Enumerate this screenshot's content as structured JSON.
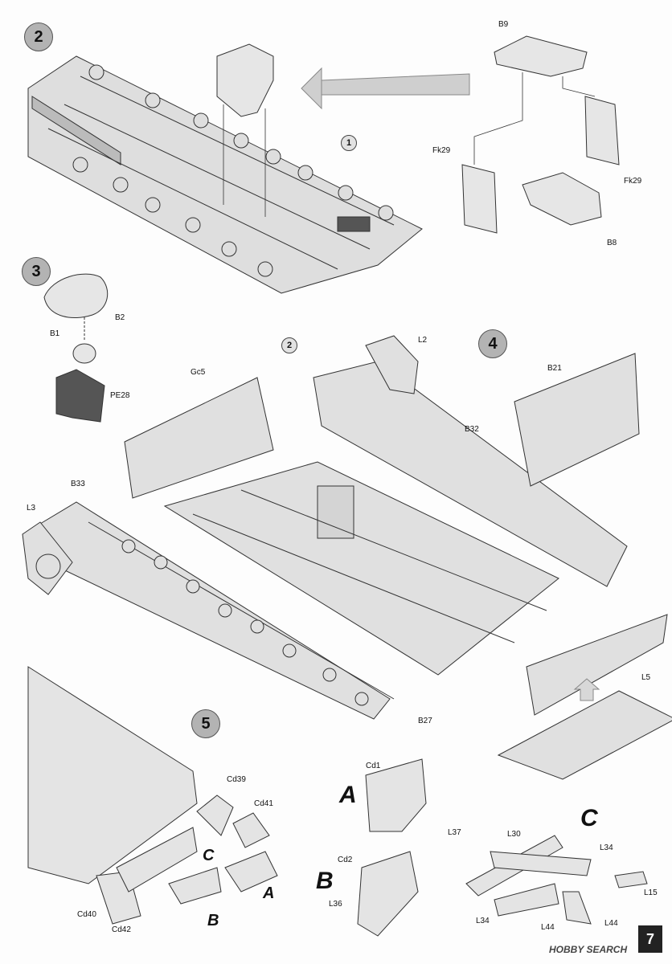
{
  "steps": [
    "2",
    "3",
    "4",
    "5"
  ],
  "subassembly": [
    "1",
    "2"
  ],
  "parts": {
    "b9": "B9",
    "fk29_left": "Fk29",
    "fk29_right": "Fk29",
    "b8": "B8",
    "b2": "B2",
    "b1": "B1",
    "pe28": "PE28",
    "l2": "L2",
    "gc5": "Gc5",
    "b21": "B21",
    "b32": "B32",
    "b33": "B33",
    "l3": "L3",
    "b27": "B27",
    "l5": "L5",
    "cd39": "Cd39",
    "cd41": "Cd41",
    "cd40": "Cd40",
    "cd42": "Cd42",
    "cd1": "Cd1",
    "l37": "L37",
    "cd2": "Cd2",
    "l36": "L36",
    "l30": "L30",
    "l34_right": "L34",
    "l34_left": "L34",
    "l44_left": "L44",
    "l44_right": "L44",
    "l15": "L15"
  },
  "variants": {
    "a": "A",
    "b": "B",
    "c": "C"
  },
  "page_number": "7",
  "watermark": "HOBBY SEARCH"
}
